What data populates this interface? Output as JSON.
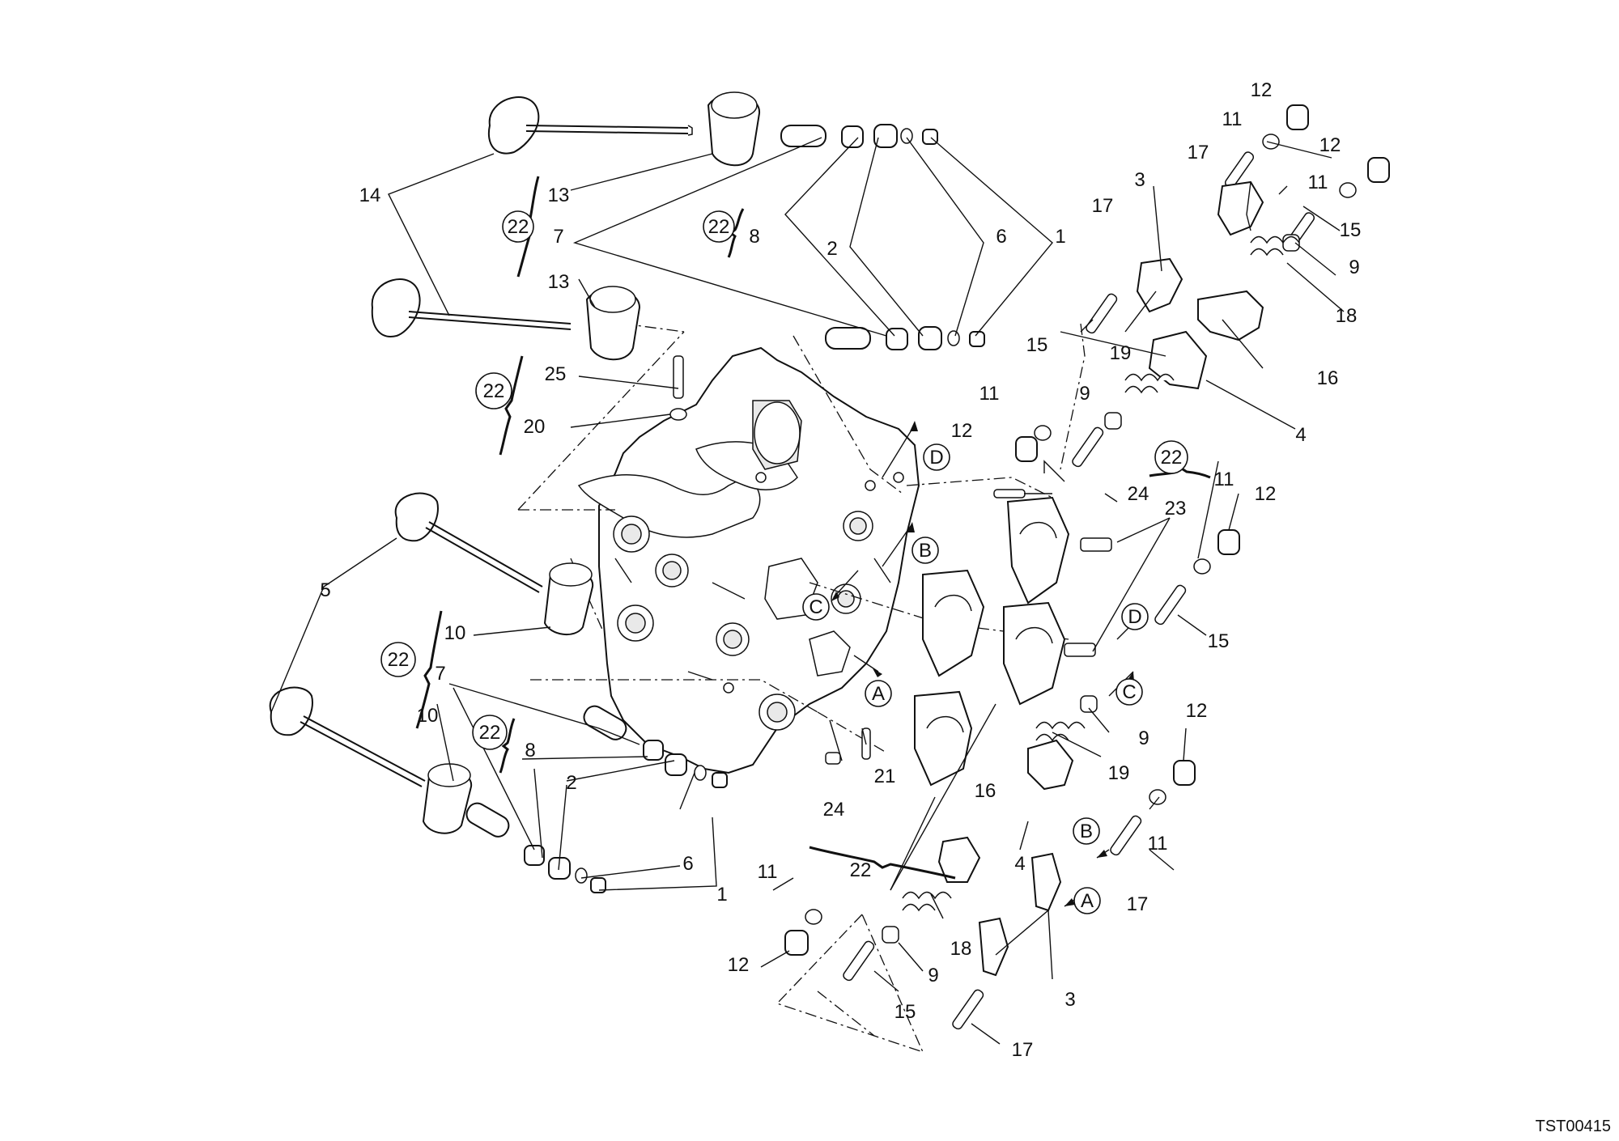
{
  "diagram": {
    "code": "TST00415",
    "labels": {
      "l1a": "1",
      "l1b": "1",
      "l2a": "2",
      "l2b": "2",
      "l3a": "3",
      "l3b": "3",
      "l4a": "4",
      "l4b": "4",
      "l5": "5",
      "l6a": "6",
      "l6b": "6",
      "l7a": "7",
      "l7b": "7",
      "l8a": "8",
      "l8b": "8",
      "l9a": "9",
      "l9b": "9",
      "l9c": "9",
      "l9d": "9",
      "l10a": "10",
      "l10b": "10",
      "l11a": "11",
      "l11b": "11",
      "l11c": "11",
      "l11d": "11",
      "l11e": "11",
      "l11f": "11",
      "l12a": "12",
      "l12b": "12",
      "l12c": "12",
      "l12d": "12",
      "l12e": "12",
      "l12f": "12",
      "l13a": "13",
      "l13b": "13",
      "l14": "14",
      "l15a": "15",
      "l15b": "15",
      "l15c": "15",
      "l15d": "15",
      "l16a": "16",
      "l16b": "16",
      "l17a": "17",
      "l17b": "17",
      "l17c": "17",
      "l17d": "17",
      "l18a": "18",
      "l18b": "18",
      "l19a": "19",
      "l19b": "19",
      "l20": "20",
      "l21": "21",
      "l22a": "22",
      "l22b": "22",
      "l22c": "22",
      "l22d": "22",
      "l22e": "22",
      "l22f": "22",
      "l22g": "22",
      "l23": "23",
      "l24a": "24",
      "l24b": "24",
      "l25": "25"
    },
    "refs": {
      "rA1": "A",
      "rA2": "A",
      "rB1": "B",
      "rB2": "B",
      "rC1": "C",
      "rC2": "C",
      "rD1": "D",
      "rD2": "D"
    }
  }
}
